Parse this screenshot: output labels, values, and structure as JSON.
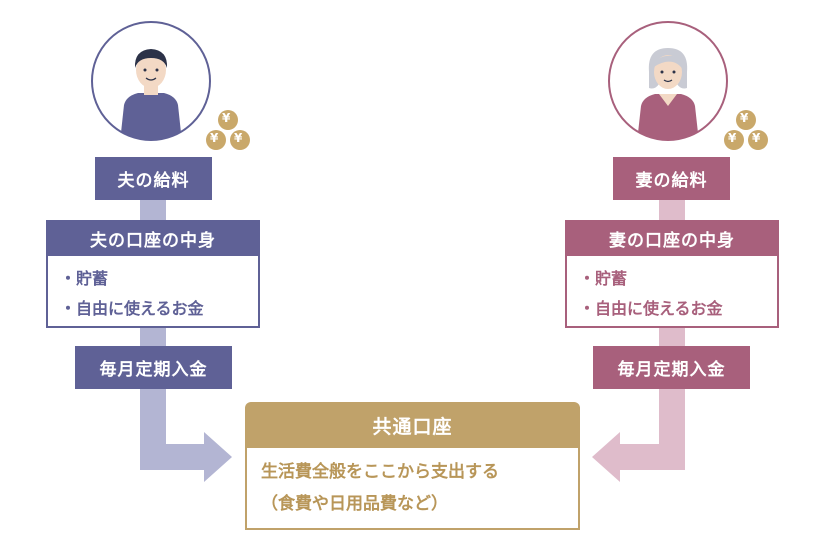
{
  "husband": {
    "salary_label": "夫の給料",
    "account_title": "夫の口座の中身",
    "account_items": [
      "・貯蓄",
      "・自由に使えるお金"
    ],
    "transfer_label": "毎月定期入金"
  },
  "wife": {
    "salary_label": "妻の給料",
    "account_title": "妻の口座の中身",
    "account_items": [
      "・貯蓄",
      "・自由に使えるお金"
    ],
    "transfer_label": "毎月定期入金"
  },
  "joint": {
    "title": "共通口座",
    "lines": [
      "生活費全般をここから支出する",
      "（食費や日用品費など）"
    ]
  },
  "coins": {
    "symbol": "¥"
  },
  "colors": {
    "husband": "#5f6196",
    "husband_light": "#b3b5d3",
    "wife": "#a8607c",
    "wife_light": "#dfbccb",
    "joint": "#c0a26a",
    "coin": "#c9a86a"
  }
}
